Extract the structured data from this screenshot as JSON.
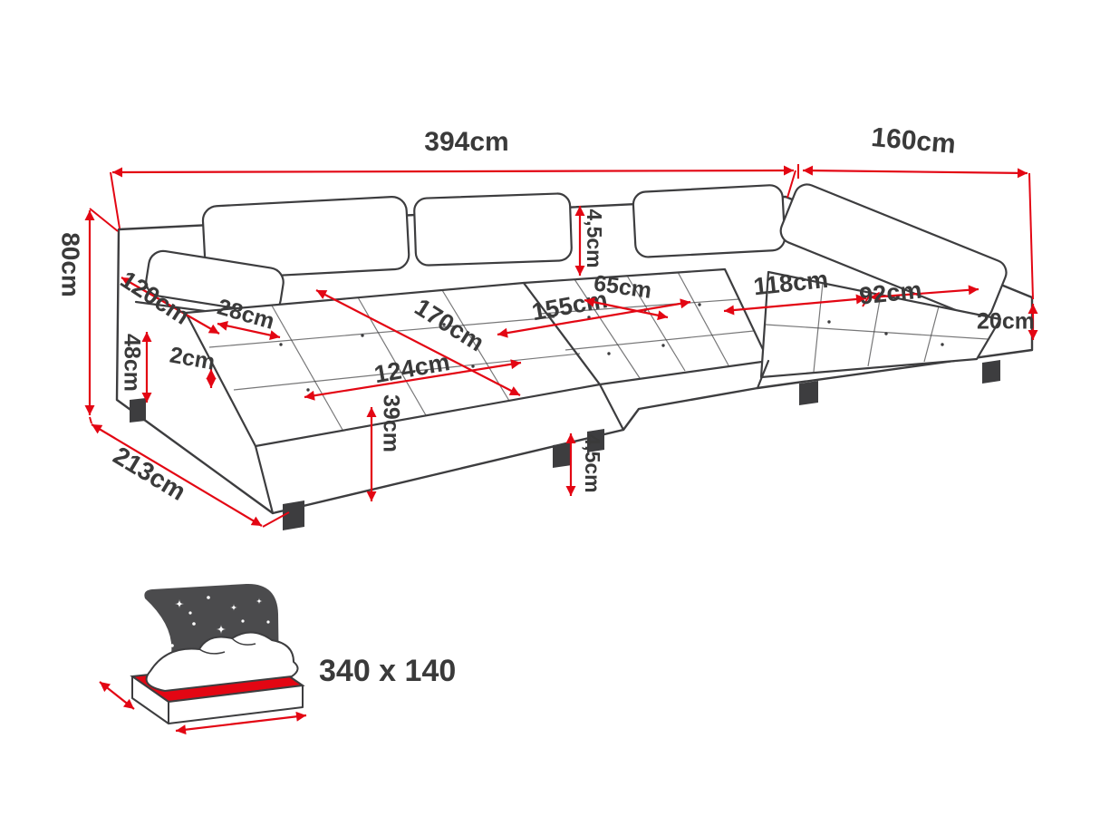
{
  "diagram": {
    "dimensions": {
      "total_width": "394cm",
      "right_depth": "160cm",
      "overall_height": "80cm",
      "left_side_depth": "120cm",
      "armrest_width": "28cm",
      "armrest_height": "48cm",
      "gap": "2cm",
      "left_chaise_length": "170cm",
      "left_seat_width": "124cm",
      "seat_height": "39cm",
      "middle_seat_width": "155cm",
      "back_cushion_thickness": "4,5cm",
      "middle_seat_depth": "65cm",
      "right_seat_width": "118cm",
      "right_chaise_length": "92cm",
      "right_edge_height": "20cm",
      "total_left_depth": "213cm",
      "leg_height": "4,5cm"
    },
    "sleeping_area": {
      "label": "340 x 140"
    },
    "icons": {
      "sleeping_function": "moon-stars-bed-icon"
    },
    "colors": {
      "dimension_red": "#e30613",
      "line_gray": "#3d3d3f",
      "text_gray": "#3a3a3a",
      "night_backdrop": "#4b4b4d"
    }
  }
}
